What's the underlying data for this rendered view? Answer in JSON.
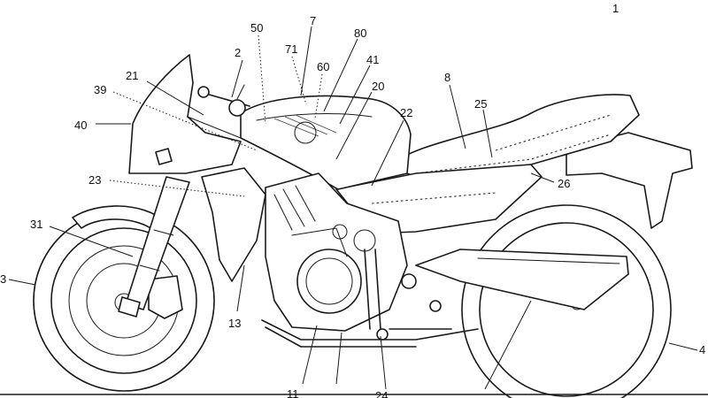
{
  "refs": {
    "r50": "50",
    "r7": "7",
    "r80": "80",
    "r71": "71",
    "r60": "60",
    "r41": "41",
    "r2": "2",
    "r21": "21",
    "r39": "39",
    "r40": "40",
    "r20": "20",
    "r8": "8",
    "r22": "22",
    "r25": "25",
    "r26": "26",
    "r23": "23",
    "r31": "31",
    "r3": "3",
    "r13": "13",
    "r11": "11",
    "r24": "24",
    "r4": "4",
    "rtop": "1"
  }
}
